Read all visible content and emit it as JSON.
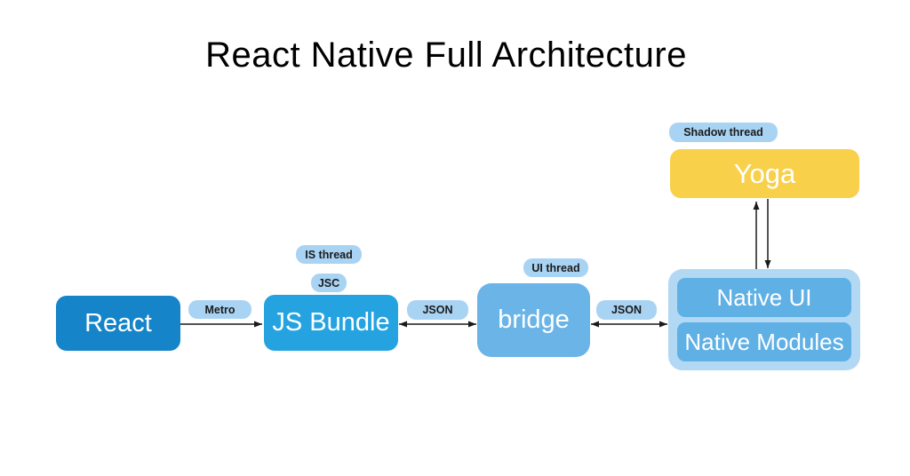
{
  "title": "React Native Full Architecture",
  "nodes": {
    "react": "React",
    "js_bundle": "JS Bundle",
    "bridge": "bridge",
    "native_ui": "Native UI",
    "native_modules": "Native Modules",
    "yoga": "Yoga"
  },
  "thread_badges": {
    "is_thread": "IS thread",
    "jsc": "JSC",
    "ui_thread": "UI thread",
    "shadow_thread": "Shadow thread"
  },
  "edges": [
    {
      "from": "React",
      "to": "JS Bundle",
      "label": "Metro",
      "direction": "one-way"
    },
    {
      "from": "JS Bundle",
      "to": "bridge",
      "label": "JSON",
      "direction": "two-way"
    },
    {
      "from": "bridge",
      "to": "Native UI / Native Modules",
      "label": "JSON",
      "direction": "two-way"
    },
    {
      "from": "Native UI / Native Modules",
      "to": "Yoga",
      "label": "",
      "direction": "two-way-paired-lines"
    }
  ],
  "colors": {
    "background": "#ffffff",
    "title_text": "#000000",
    "react_fill": "#1584c8",
    "js_bundle_fill": "#25a3e0",
    "bridge_fill": "#6ab4e8",
    "native_container_fill": "#b3d8f4",
    "native_inner_fill": "#5fb0e5",
    "yoga_fill": "#f8d04a",
    "badge_fill": "#a9d3f3",
    "badge_text": "#1a1a1a",
    "node_text": "#ffffff",
    "arrow": "#1a1a1a"
  }
}
